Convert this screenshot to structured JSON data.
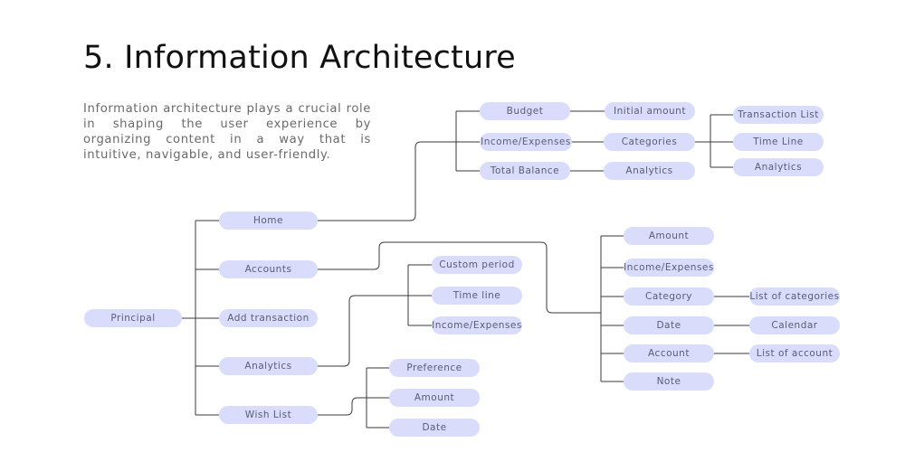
{
  "heading": "5. Information Architecture",
  "intro": "Information architecture plays a crucial role in shaping the user experience by organizing content in a way that is intuitive, navigable, and user-friendly.",
  "nodes": {
    "principal": "Principal",
    "home": "Home",
    "accounts": "Accounts",
    "add_transaction": "Add transaction",
    "analytics": "Analytics",
    "wish_list": "Wish List",
    "budget": "Budget",
    "income_expenses_home": "Income/Expenses",
    "total_balance": "Total Balance",
    "initial_amount": "Initial amount",
    "categories": "Categories",
    "analytics_home": "Analytics",
    "transaction_list": "Transaction List",
    "time_line_home": "Time Line",
    "analytics_cat": "Analytics",
    "custom_period": "Custom period",
    "time_line": "Time line",
    "income_expenses_analytics": "Income/Expenses",
    "preference": "Preference",
    "amount_wish": "Amount",
    "date_wish": "Date",
    "amount": "Amount",
    "income_expenses_tx": "Income/Expenses",
    "category": "Category",
    "date": "Date",
    "account": "Account",
    "note": "Note",
    "list_of_categories": "List of categories",
    "calendar": "Calendar",
    "list_of_account": "List of account"
  },
  "colors": {
    "node_fill": "#d9dcfb",
    "node_text": "#595d75",
    "connector": "#3a3a3a"
  }
}
